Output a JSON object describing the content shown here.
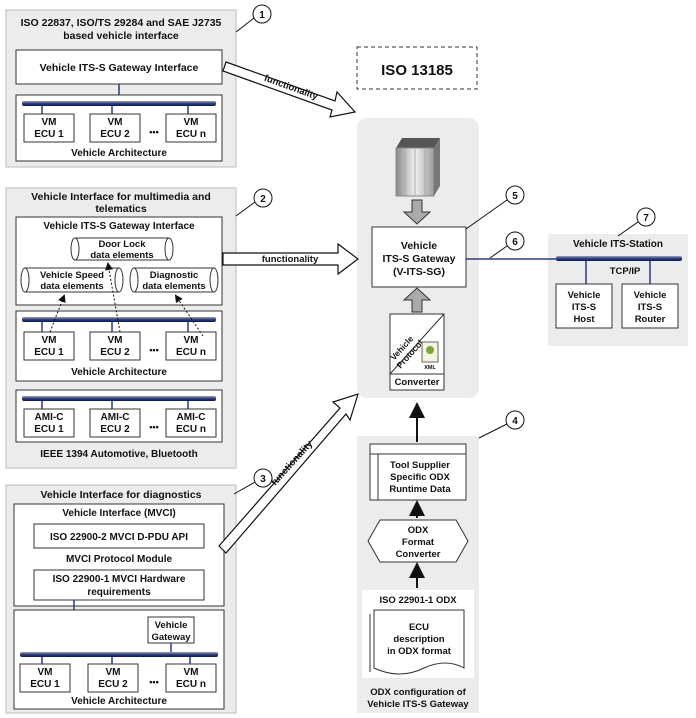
{
  "panel1": {
    "title_line1": "ISO 22837, ISO/TS 29284 and SAE J2735",
    "title_line2": "based vehicle interface",
    "gateway_interface": "Vehicle ITS-S Gateway Interface",
    "ecu1_l1": "VM",
    "ecu1_l2": "ECU 1",
    "ecu2_l1": "VM",
    "ecu2_l2": "ECU 2",
    "ecun_l1": "VM",
    "ecun_l2": "ECU n",
    "dots": "•••",
    "architecture": "Vehicle Architecture"
  },
  "panel2": {
    "title_line1": "Vehicle Interface for multimedia and",
    "title_line2": "telematics",
    "gateway_interface": "Vehicle ITS-S Gateway Interface",
    "door_l1": "Door Lock",
    "door_l2": "data elements",
    "speed_l1": "Vehicle Speed",
    "speed_l2": "data elements",
    "diag_l1": "Diagnostic",
    "diag_l2": "data elements",
    "ecu1_l1": "VM",
    "ecu1_l2": "ECU 1",
    "ecu2_l1": "VM",
    "ecu2_l2": "ECU 2",
    "ecun_l1": "VM",
    "ecun_l2": "ECU n",
    "dots": "•••",
    "architecture": "Vehicle Architecture",
    "ami1_l1": "AMI-C",
    "ami1_l2": "ECU 1",
    "ami2_l1": "AMI-C",
    "ami2_l2": "ECU 2",
    "amin_l1": "AMI-C",
    "amin_l2": "ECU n",
    "bus_label": "IEEE 1394 Automotive, Bluetooth"
  },
  "panel3": {
    "title": "Vehicle Interface for diagnostics",
    "mvci": "Vehicle Interface (MVCI)",
    "dpdu": "ISO 22900-2 MVCI D-PDU API",
    "protocol_module": "MVCI Protocol Module",
    "hw_l1": "ISO 22900-1 MVCI Hardware",
    "hw_l2": "requirements",
    "vg_l1": "Vehicle",
    "vg_l2": "Gateway",
    "ecu1_l1": "VM",
    "ecu1_l2": "ECU 1",
    "ecu2_l1": "VM",
    "ecu2_l2": "ECU 2",
    "ecun_l1": "VM",
    "ecun_l2": "ECU n",
    "dots": "•••",
    "architecture": "Vehicle Architecture"
  },
  "center": {
    "iso": "ISO 13185",
    "gw_l1": "Vehicle",
    "gw_l2": "ITS-S Gateway",
    "gw_l3": "(V-ITS-SG)",
    "vp_l1": "Vehicle",
    "vp_l2": "Protocol",
    "xml": "XML",
    "converter": "Converter"
  },
  "odx": {
    "tool_l1": "Tool Supplier",
    "tool_l2": "Specific ODX",
    "tool_l3": "Runtime Data",
    "fmt_l1": "ODX",
    "fmt_l2": "Format",
    "fmt_l3": "Converter",
    "iso": "ISO 22901-1 ODX",
    "doc_l1": "ECU",
    "doc_l2": "description",
    "doc_l3": "in ODX format",
    "caption_l1": "ODX configuration of",
    "caption_l2": "Vehicle ITS-S Gateway"
  },
  "station": {
    "title": "Vehicle ITS-Station",
    "tcpip": "TCP/IP",
    "host_l1": "Vehicle",
    "host_l2": "ITS-S",
    "host_l3": "Host",
    "router_l1": "Vehicle",
    "router_l2": "ITS-S",
    "router_l3": "Router"
  },
  "arrows": {
    "functionality1": "functionality",
    "functionality2": "functionality",
    "functionality3": "functionality"
  },
  "callouts": {
    "c1": "1",
    "c2": "2",
    "c3": "3",
    "c4": "4",
    "c5": "5",
    "c6": "6",
    "c7": "7"
  },
  "colors": {
    "panel": "#ececec",
    "bus": "#2b3d7a",
    "line": "#333333"
  }
}
